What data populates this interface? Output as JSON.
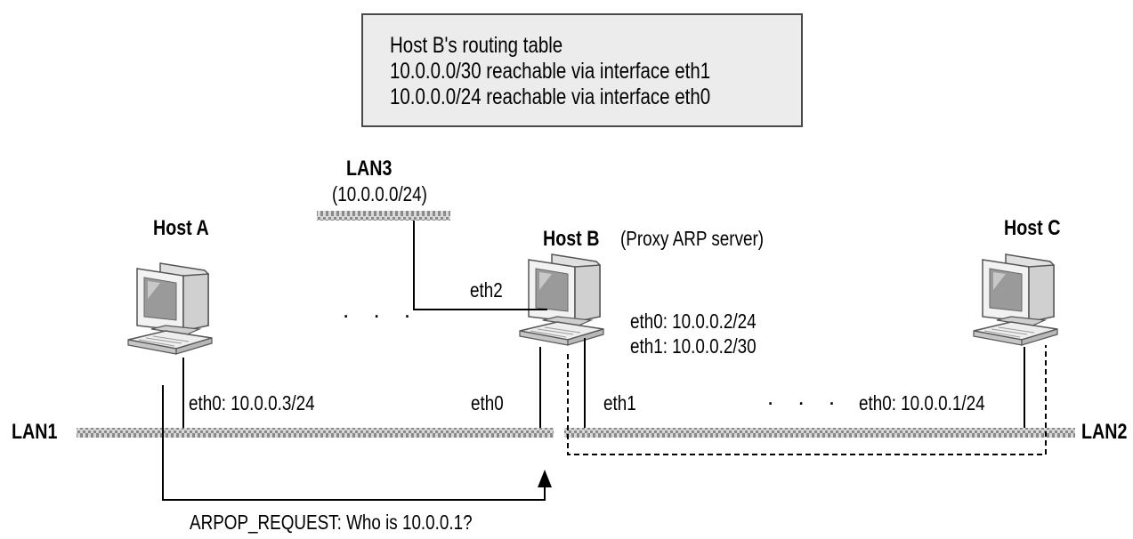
{
  "routing_table": {
    "title": "Host B's routing table",
    "entries": [
      "10.0.0.0/30 reachable via interface eth1",
      "10.0.0.0/24 reachable via interface eth0"
    ]
  },
  "lans": {
    "lan1": "LAN1",
    "lan2": "LAN2",
    "lan3": "LAN3",
    "lan3_subnet": "(10.0.0.0/24)"
  },
  "hosts": {
    "a": {
      "name": "Host A",
      "eth0": "eth0: 10.0.0.3/24"
    },
    "b": {
      "name": "Host B",
      "role": "(Proxy ARP server)",
      "eth0_addr": "eth0: 10.0.0.2/24",
      "eth1_addr": "eth1: 10.0.0.2/30",
      "eth0_label": "eth0",
      "eth1_label": "eth1",
      "eth2_label": "eth2"
    },
    "c": {
      "name": "Host C",
      "eth0": "eth0: 10.0.0.1/24"
    }
  },
  "ellipsis": ". . .",
  "arp_request": "ARPOP_REQUEST: Who is 10.0.0.1?"
}
